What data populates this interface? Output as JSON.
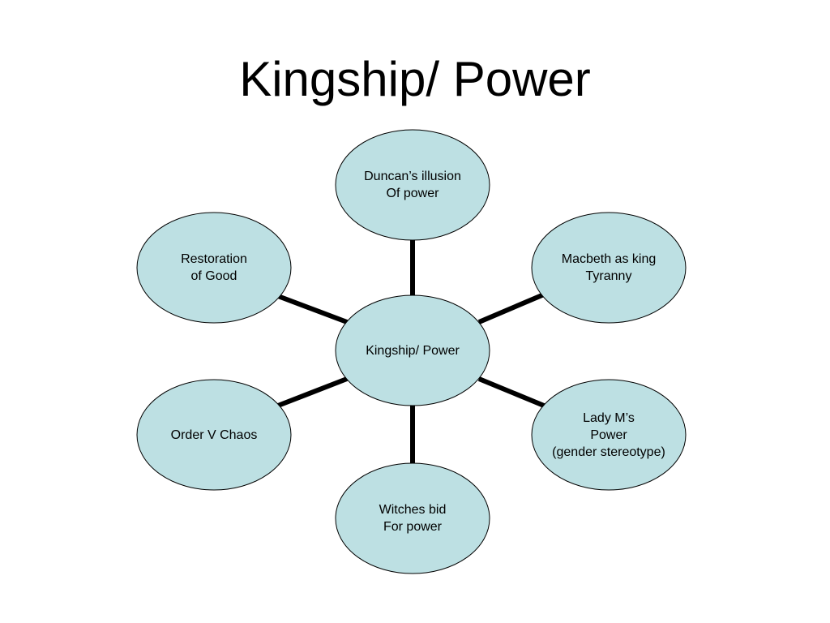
{
  "slide": {
    "title": "Kingship/ Power"
  },
  "diagram": {
    "center": {
      "label": "Kingship/ Power"
    },
    "nodes": [
      {
        "id": "duncan",
        "label": "Duncan’s illusion\nOf power"
      },
      {
        "id": "macbeth",
        "label": "Macbeth as king\nTyranny"
      },
      {
        "id": "lady-m",
        "label": "Lady M’s\nPower\n(gender stereotype)"
      },
      {
        "id": "witches",
        "label": "Witches bid\nFor power"
      },
      {
        "id": "order-chaos",
        "label": "Order V Chaos"
      },
      {
        "id": "restoration",
        "label": "Restoration\nof Good"
      }
    ],
    "colors": {
      "node_fill": "#bde0e3",
      "outline": "#000000"
    }
  }
}
